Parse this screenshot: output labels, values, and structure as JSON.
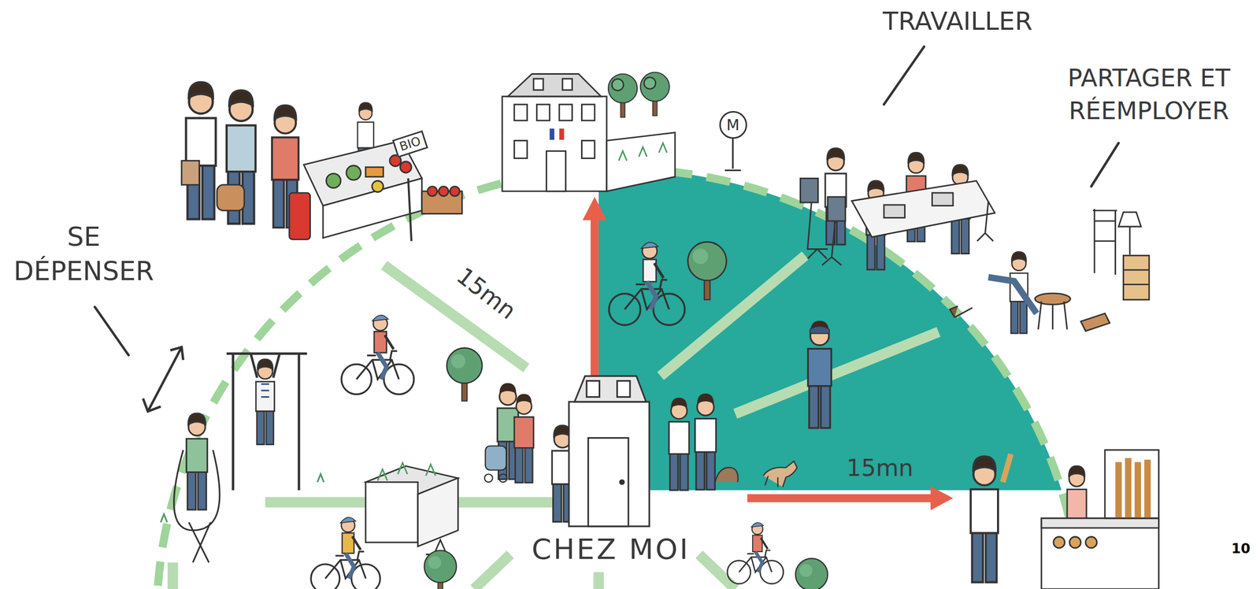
{
  "diagram": {
    "nodes": [
      {
        "text": [
          "BIO"
        ]
      },
      {
        "text": [
          "M"
        ]
      }
    ],
    "labels": [
      "TRAVAILLER",
      "PARTAGER ET RÉEMPLOYER",
      "SE DÉPENSER",
      "15mn",
      "15mn",
      "CHEZ MOI",
      "10"
    ]
  }
}
